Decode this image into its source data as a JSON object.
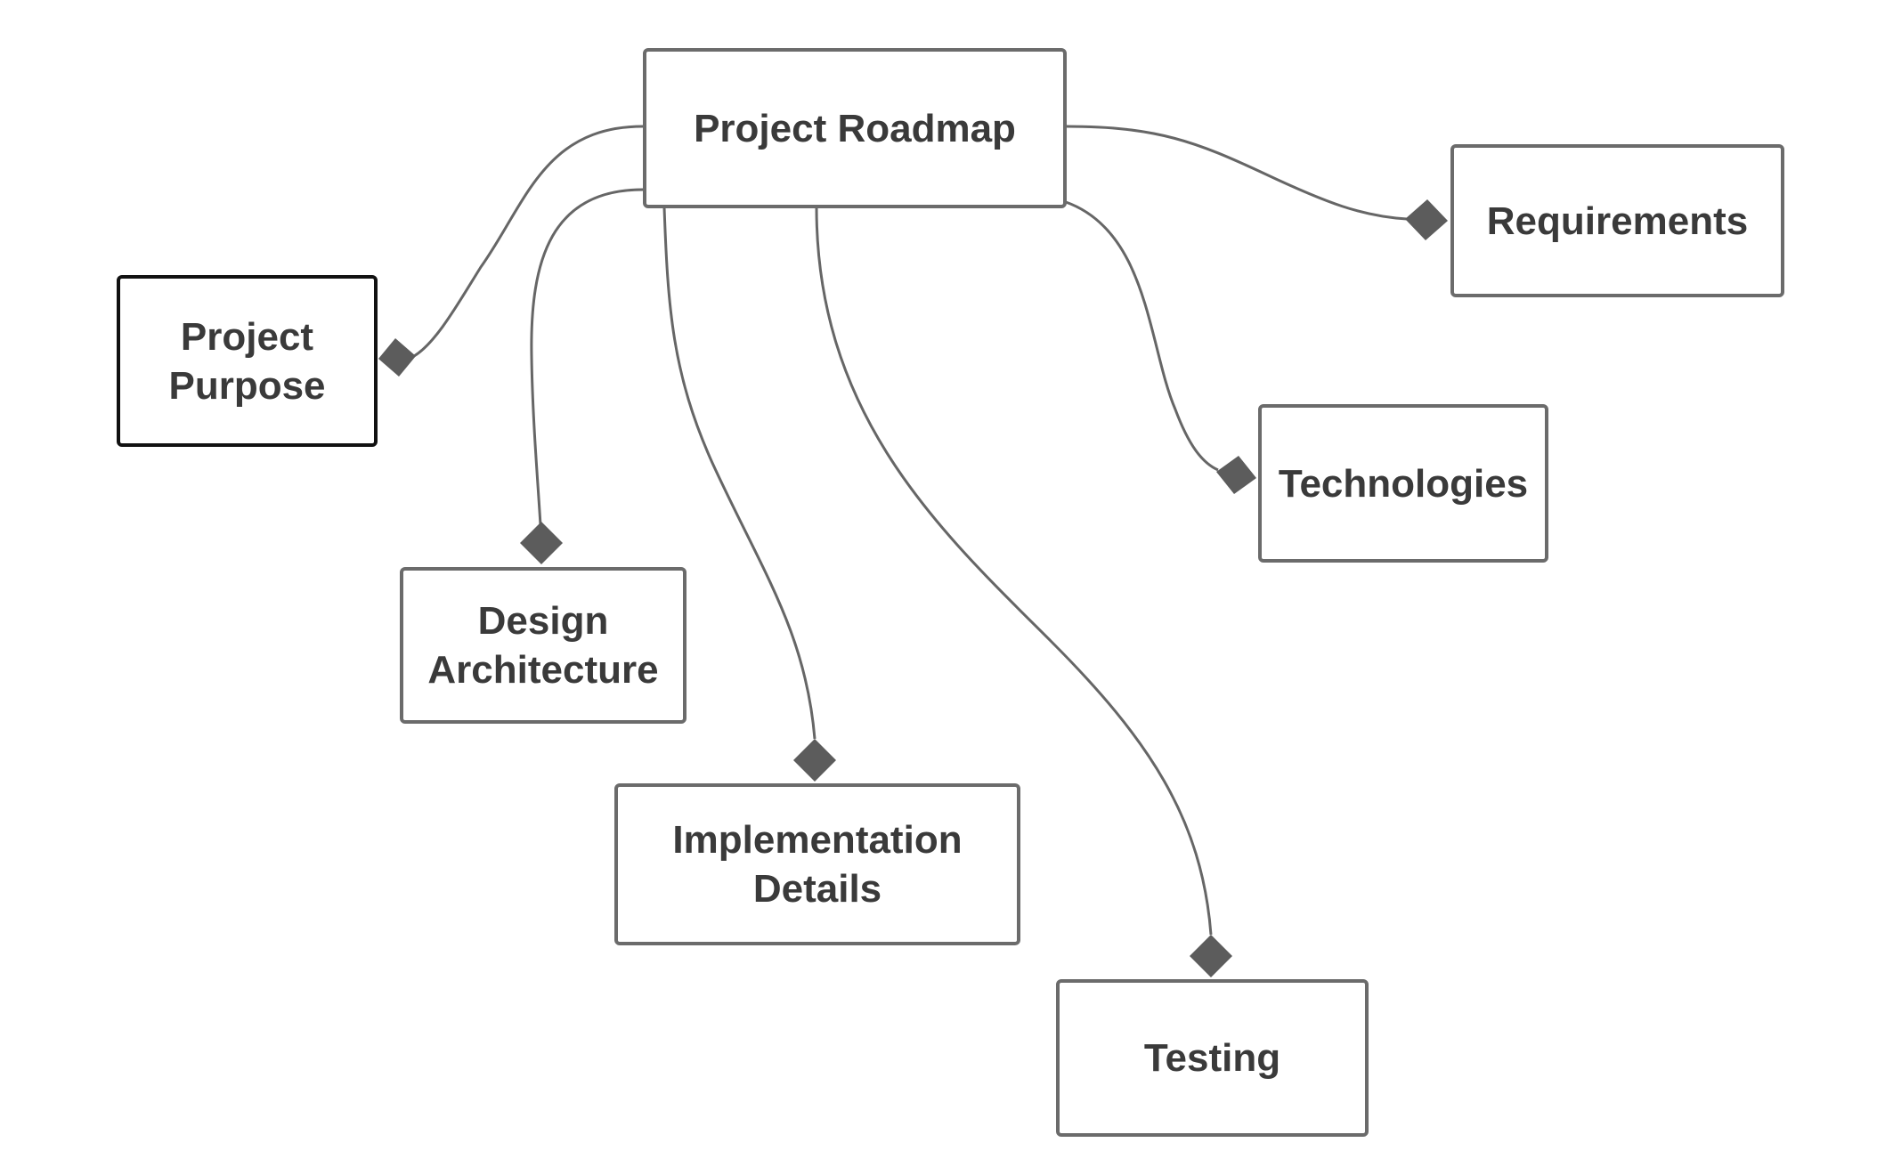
{
  "diagram": {
    "root": {
      "id": "root",
      "label": "Project Roadmap"
    },
    "nodes": [
      {
        "id": "purpose",
        "label": "Project\nPurpose",
        "selected": true
      },
      {
        "id": "design",
        "label": "Design\nArchitecture",
        "selected": false
      },
      {
        "id": "implementation",
        "label": "Implementation\nDetails",
        "selected": false
      },
      {
        "id": "testing",
        "label": "Testing",
        "selected": false
      },
      {
        "id": "technologies",
        "label": "Technologies",
        "selected": false
      },
      {
        "id": "requirements",
        "label": "Requirements",
        "selected": false
      }
    ],
    "edges": [
      {
        "from": "root",
        "to": "purpose",
        "end": "filled-diamond"
      },
      {
        "from": "root",
        "to": "design",
        "end": "filled-diamond"
      },
      {
        "from": "root",
        "to": "implementation",
        "end": "filled-diamond"
      },
      {
        "from": "root",
        "to": "testing",
        "end": "filled-diamond"
      },
      {
        "from": "root",
        "to": "technologies",
        "end": "filled-diamond"
      },
      {
        "from": "root",
        "to": "requirements",
        "end": "filled-diamond"
      }
    ],
    "colors": {
      "node_border": "#6b6b6b",
      "selected_border": "#111111",
      "text": "#3a3a3a",
      "connector": "#666666",
      "diamond": "#5c5c5c",
      "background": "#ffffff"
    }
  }
}
